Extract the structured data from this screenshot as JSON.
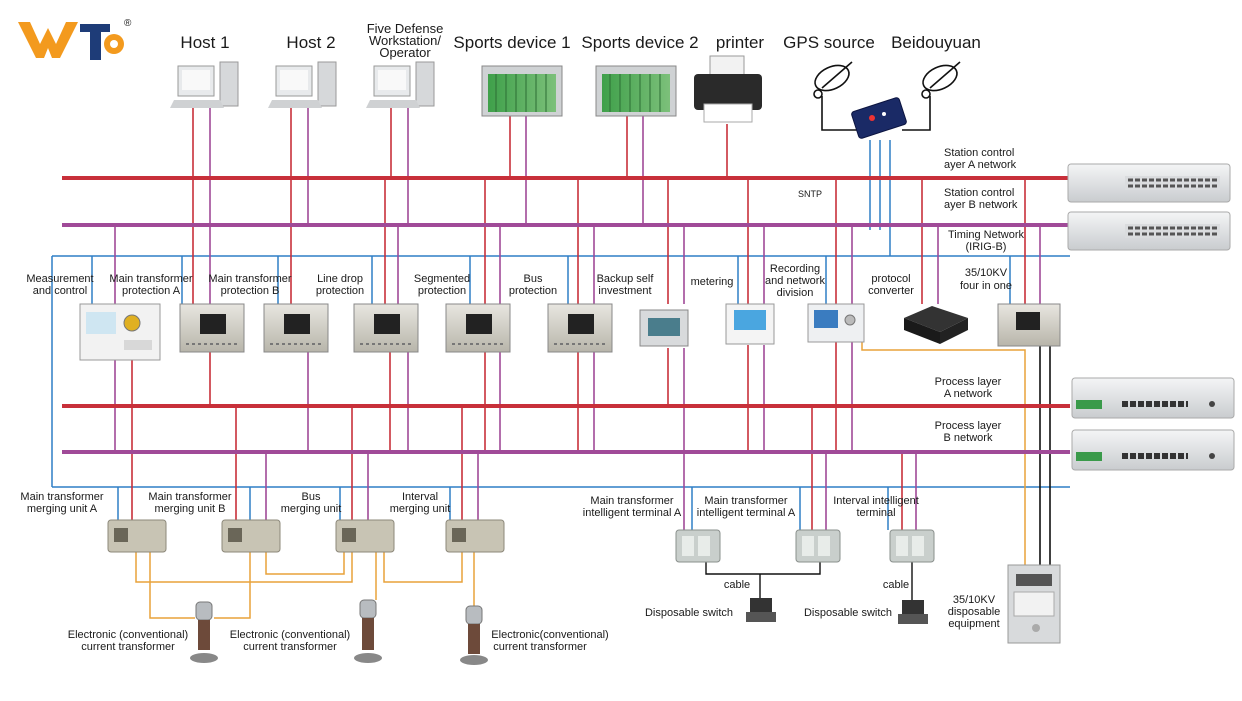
{
  "brand": {
    "logo_text": "WT",
    "registered_mark": "®",
    "colors": {
      "orange": "#f39a1e",
      "navy": "#1e3c78"
    }
  },
  "colors": {
    "red_bus": "#c8303a",
    "purple_bus": "#a04a98",
    "blue_line": "#2f7fc6",
    "orange_line": "#e8a23a",
    "black_line": "#111111"
  },
  "station_devices": [
    {
      "label": "Host 1"
    },
    {
      "label": "Host 2"
    },
    {
      "label": [
        "Five Defense",
        "Workstation/",
        "Operator"
      ]
    },
    {
      "label": "Sports device 1"
    },
    {
      "label": "Sports device 2"
    },
    {
      "label": "printer"
    },
    {
      "label": "GPS source"
    },
    {
      "label": "Beidouyuan"
    }
  ],
  "networks": {
    "station_a": [
      "Station control",
      "ayer A network"
    ],
    "station_b": [
      "Station control",
      "ayer B network"
    ],
    "timing": [
      "Timing Network",
      "(IRIG-B)"
    ],
    "process_a": [
      "Process layer",
      "A network"
    ],
    "process_b": [
      "Process layer",
      "B network"
    ],
    "sntp": "SNTP"
  },
  "bay_devices": [
    {
      "label": [
        "Measurement",
        "and control"
      ]
    },
    {
      "label": [
        "Main transformer",
        "protection A"
      ]
    },
    {
      "label": [
        "Main transformer",
        "protection B"
      ]
    },
    {
      "label": [
        "Line drop",
        "protection"
      ]
    },
    {
      "label": [
        "Segmented",
        "protection"
      ]
    },
    {
      "label": [
        "Bus",
        "protection"
      ]
    },
    {
      "label": [
        "Backup self",
        "investment"
      ]
    },
    {
      "label": [
        "metering"
      ]
    },
    {
      "label": [
        "Recording",
        "and network",
        "division"
      ]
    },
    {
      "label": [
        "protocol",
        "converter"
      ]
    },
    {
      "label": [
        "35/10KV",
        "four in one"
      ]
    }
  ],
  "process_units": [
    {
      "label": [
        "Main transformer",
        "merging unit A"
      ]
    },
    {
      "label": [
        "Main transformer",
        "merging unit B"
      ]
    },
    {
      "label": [
        "Bus",
        "merging unit"
      ]
    },
    {
      "label": [
        "Interval",
        "merging unit"
      ]
    }
  ],
  "terminals": [
    {
      "label": [
        "Main transformer",
        "intelligent terminal A"
      ]
    },
    {
      "label": [
        "Main transformer",
        "intelligent terminal A"
      ]
    },
    {
      "label": [
        "Interval intelligent",
        "terminal"
      ]
    }
  ],
  "field_devices": {
    "cable_1": "cable",
    "cable_2": "cable",
    "switch_1": "Disposable switch",
    "switch_2": "Disposable switch",
    "equipment": [
      "35/10KV",
      "disposable",
      "equipment"
    ],
    "ct_1": [
      "Electronic (conventional)",
      "current transformer"
    ],
    "ct_2": [
      "Electronic (conventional)",
      "current transformer"
    ],
    "ct_3": [
      "Electronic(conventional)",
      "current transformer"
    ]
  }
}
